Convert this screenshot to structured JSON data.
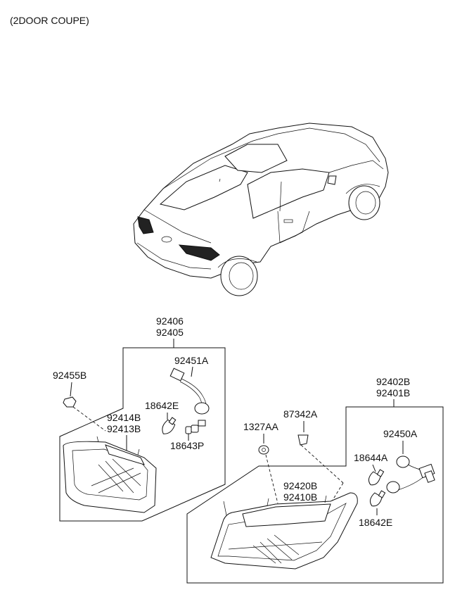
{
  "header": {
    "title": "(2DOOR COUPE)"
  },
  "left_group": {
    "housing_codes": [
      "92406",
      "92405"
    ],
    "parts": {
      "p92455B": "92455B",
      "p92451A": "92451A",
      "p18642E": "18642E",
      "p18643P": "18643P",
      "lens_codes": [
        "92414B",
        "92413B"
      ]
    }
  },
  "right_group": {
    "housing_codes": [
      "92402B",
      "92401B"
    ],
    "parts": {
      "p87342A": "87342A",
      "p1327AA": "1327AA",
      "p92450A": "92450A",
      "p18644A": "18644A",
      "lens_codes": [
        "92420B",
        "92410B"
      ],
      "p18642E": "18642E"
    }
  }
}
